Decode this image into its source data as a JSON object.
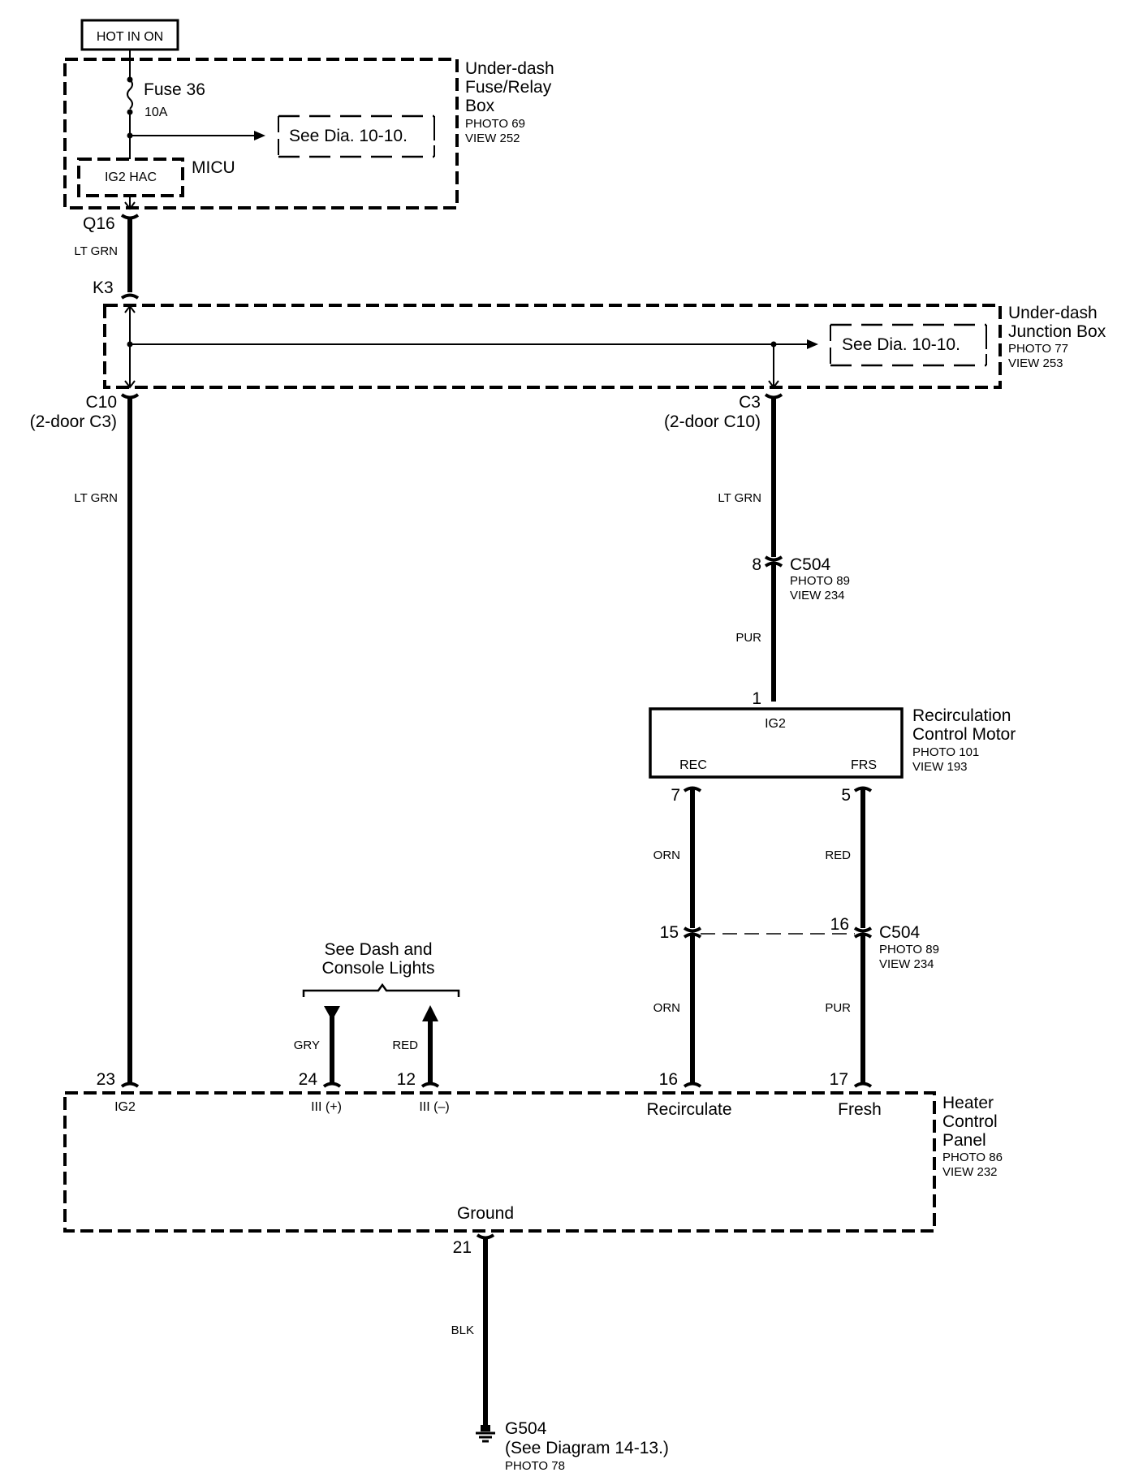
{
  "power_source": {
    "label": "HOT IN ON"
  },
  "fuse_relay_box": {
    "name_lines": [
      "Under-dash",
      "Fuse/Relay",
      "Box"
    ],
    "photo": "PHOTO 69",
    "view": "VIEW 252",
    "fuse_name": "Fuse 36",
    "fuse_rating": "10A",
    "see_ref": "See Dia. 10-10.",
    "micu_label": "MICU",
    "micu_terminal": "IG2 HAC",
    "output_connector": "Q16"
  },
  "junction_box": {
    "input_connector": "K3",
    "name_lines": [
      "Under-dash",
      "Junction Box"
    ],
    "photo": "PHOTO 77",
    "view": "VIEW 253",
    "see_ref": "See Dia. 10-10.",
    "left_connector": "C10",
    "left_connector_alt": "(2-door C3)",
    "right_connector": "C3",
    "right_connector_alt": "(2-door C10)"
  },
  "wires": {
    "q16_k3": "LT GRN",
    "c10_panel": "LT GRN",
    "c3_c504": "LT GRN",
    "c504_motor": "PUR",
    "rec": "ORN",
    "frs": "RED",
    "rec_lower": "ORN",
    "frs_lower": "PUR",
    "lights_gry": "GRY",
    "lights_red": "RED",
    "ground": "BLK"
  },
  "connector_c504_upper": {
    "pin": "8",
    "name": "C504",
    "photo": "PHOTO 89",
    "view": "VIEW 234"
  },
  "recirc_motor": {
    "input_pin": "1",
    "name_lines": [
      "Recirculation",
      "Control Motor"
    ],
    "photo": "PHOTO 101",
    "view": "VIEW 193",
    "ig2_label": "IG2",
    "rec_label": "REC",
    "frs_label": "FRS",
    "rec_pin": "7",
    "frs_pin": "5"
  },
  "connector_c504_lower": {
    "left_pin": "15",
    "right_pin": "16",
    "name": "C504",
    "photo": "PHOTO 89",
    "view": "VIEW 234"
  },
  "dash_lights": {
    "label_lines": [
      "See Dash and",
      "Console Lights"
    ]
  },
  "heater_panel": {
    "name_lines": [
      "Heater",
      "Control",
      "Panel"
    ],
    "photo": "PHOTO 86",
    "view": "VIEW 232",
    "pins": {
      "ig2_pin": "23",
      "ill_plus_pin": "24",
      "ill_minus_pin": "12",
      "recirc_pin": "16",
      "fresh_pin": "17",
      "ground_pin": "21"
    },
    "terminals": {
      "ig2": "IG2",
      "ill_plus": "III (+)",
      "ill_minus": "III (–)",
      "recirculate": "Recirculate",
      "fresh": "Fresh",
      "ground": "Ground"
    }
  },
  "ground_point": {
    "name": "G504",
    "ref": "(See Diagram 14-13.)",
    "photo": "PHOTO 78"
  }
}
